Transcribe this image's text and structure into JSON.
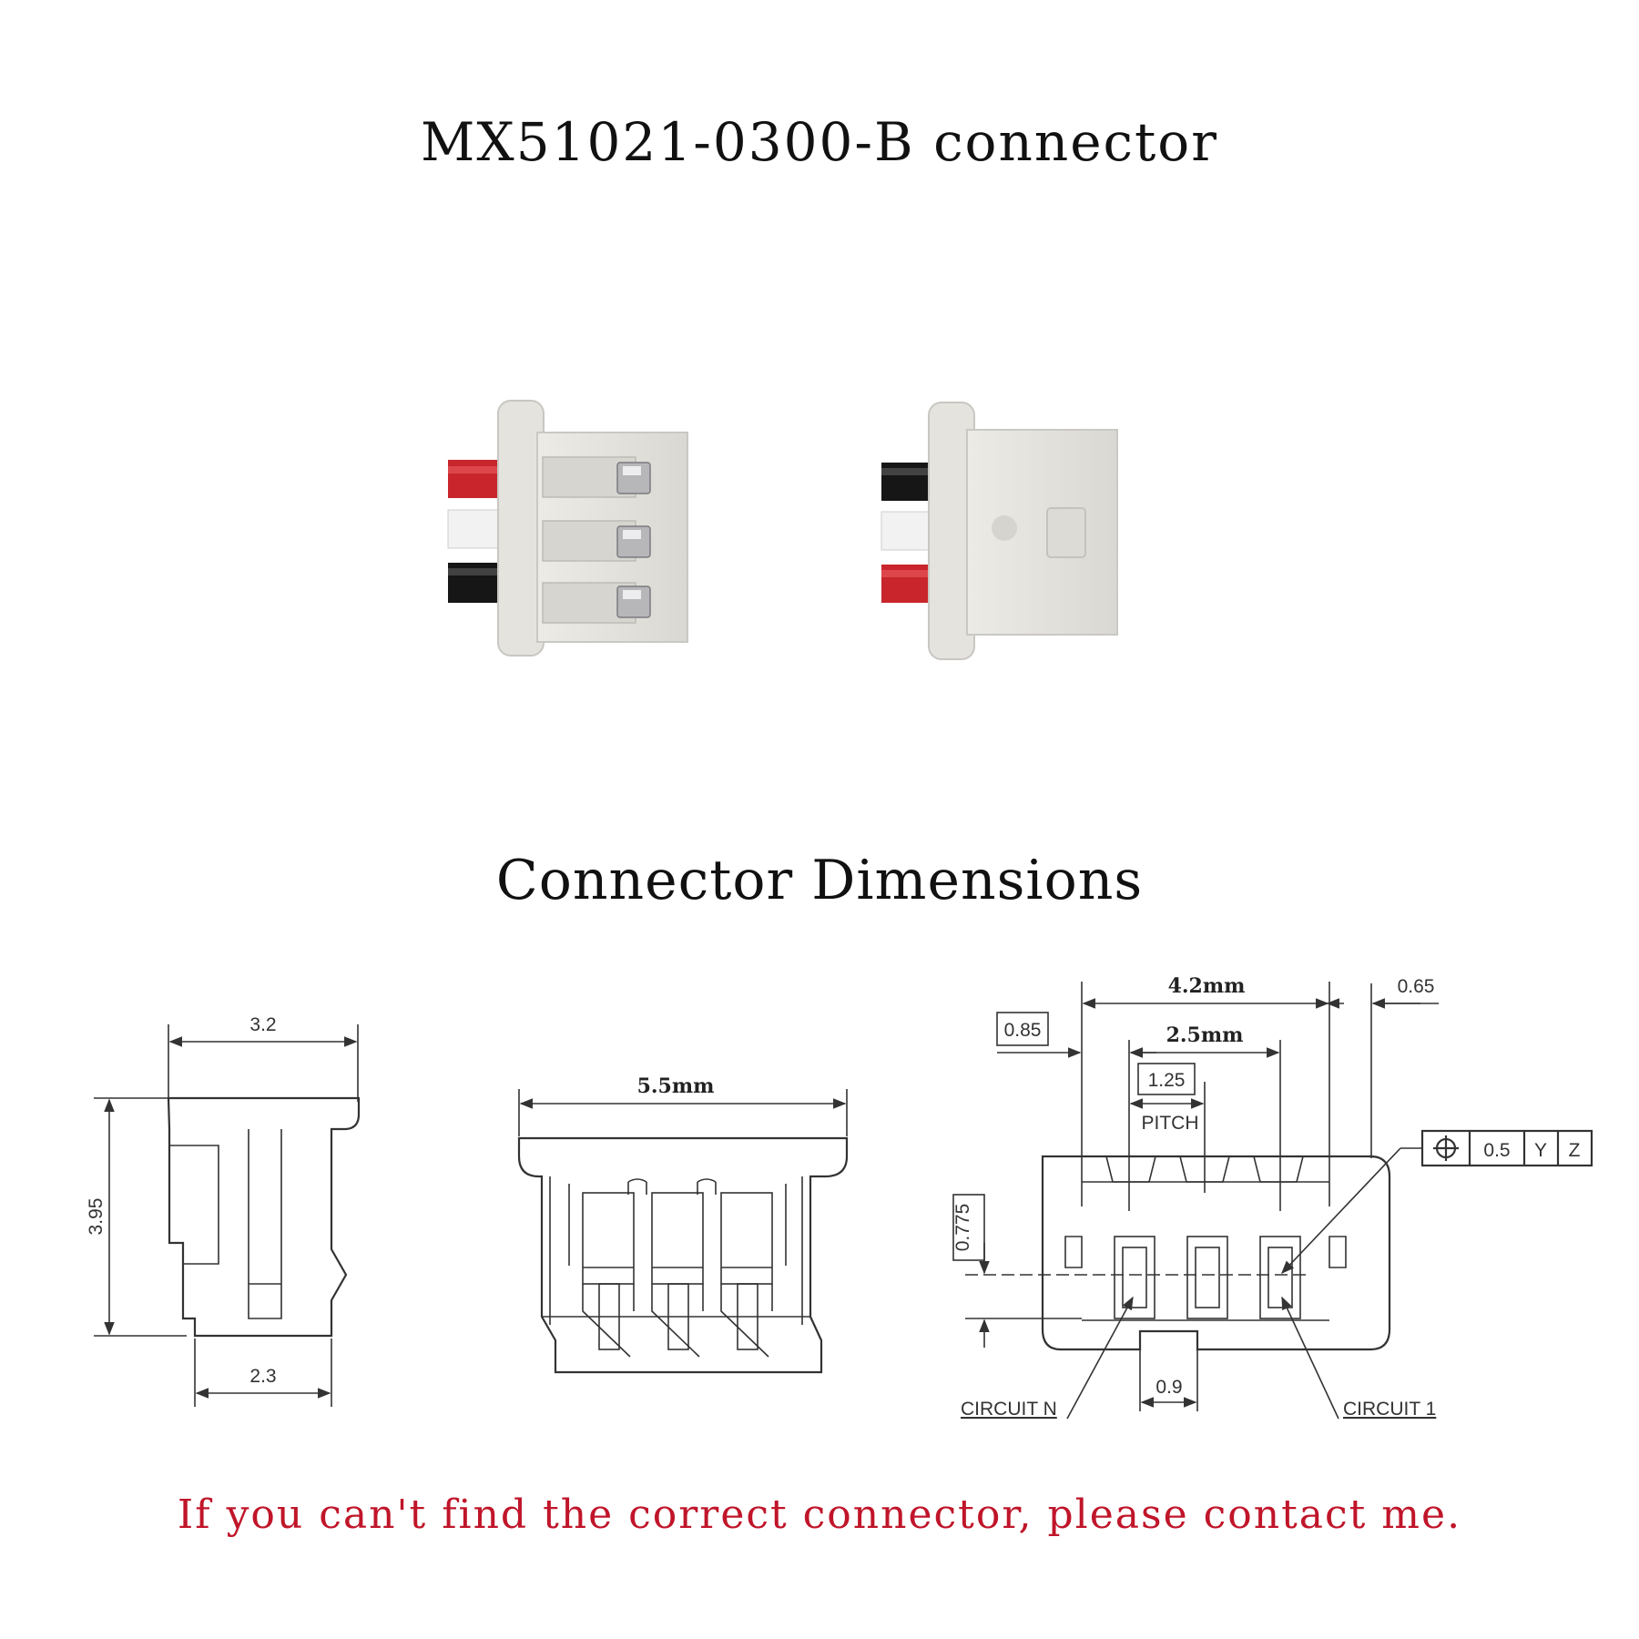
{
  "title": "MX51021-0300-B connector",
  "section_title": "Connector Dimensions",
  "footer_note": "If you can't find the correct connector, please contact me.",
  "photos": {
    "front": {
      "wires": [
        "red",
        "white",
        "black"
      ],
      "wire_colors": [
        "#c8252c",
        "#f2f2f2",
        "#161616"
      ]
    },
    "back": {
      "wires": [
        "black",
        "white",
        "red"
      ]
    }
  },
  "drawing_side": {
    "width_top": "3.2",
    "height": "3.95",
    "width_bottom": "2.3"
  },
  "drawing_front": {
    "width": "5.5mm"
  },
  "drawing_top": {
    "width": "4.2mm",
    "pin_span": "2.5mm",
    "edge_offset": "0.85",
    "right_offset": "0.65",
    "pitch_value": "1.25",
    "pitch_label": "PITCH",
    "row_offset": "0.775",
    "slot_width": "0.9",
    "circuit_n": "CIRCUIT N",
    "circuit_1": "CIRCUIT 1",
    "tolerance": {
      "value": "0.5",
      "datum1": "Y",
      "datum2": "Z"
    }
  }
}
